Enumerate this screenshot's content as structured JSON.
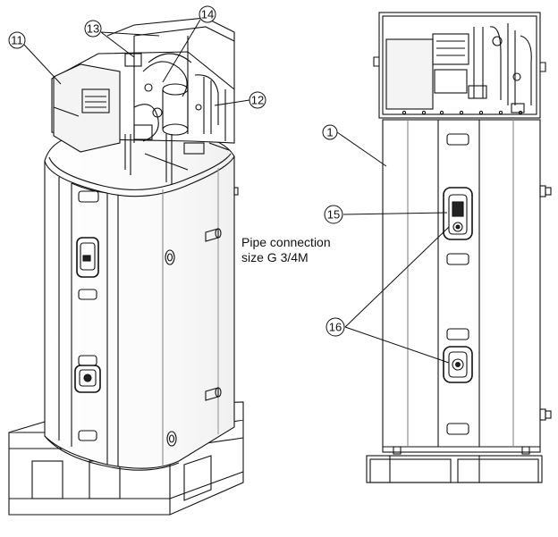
{
  "callouts": {
    "c1": "1",
    "c11": "11",
    "c12": "12",
    "c13": "13",
    "c14": "14",
    "c15": "15",
    "c16": "16"
  },
  "pipe_note": {
    "line1": "Pipe connection",
    "line2": "size G 3/4M"
  }
}
